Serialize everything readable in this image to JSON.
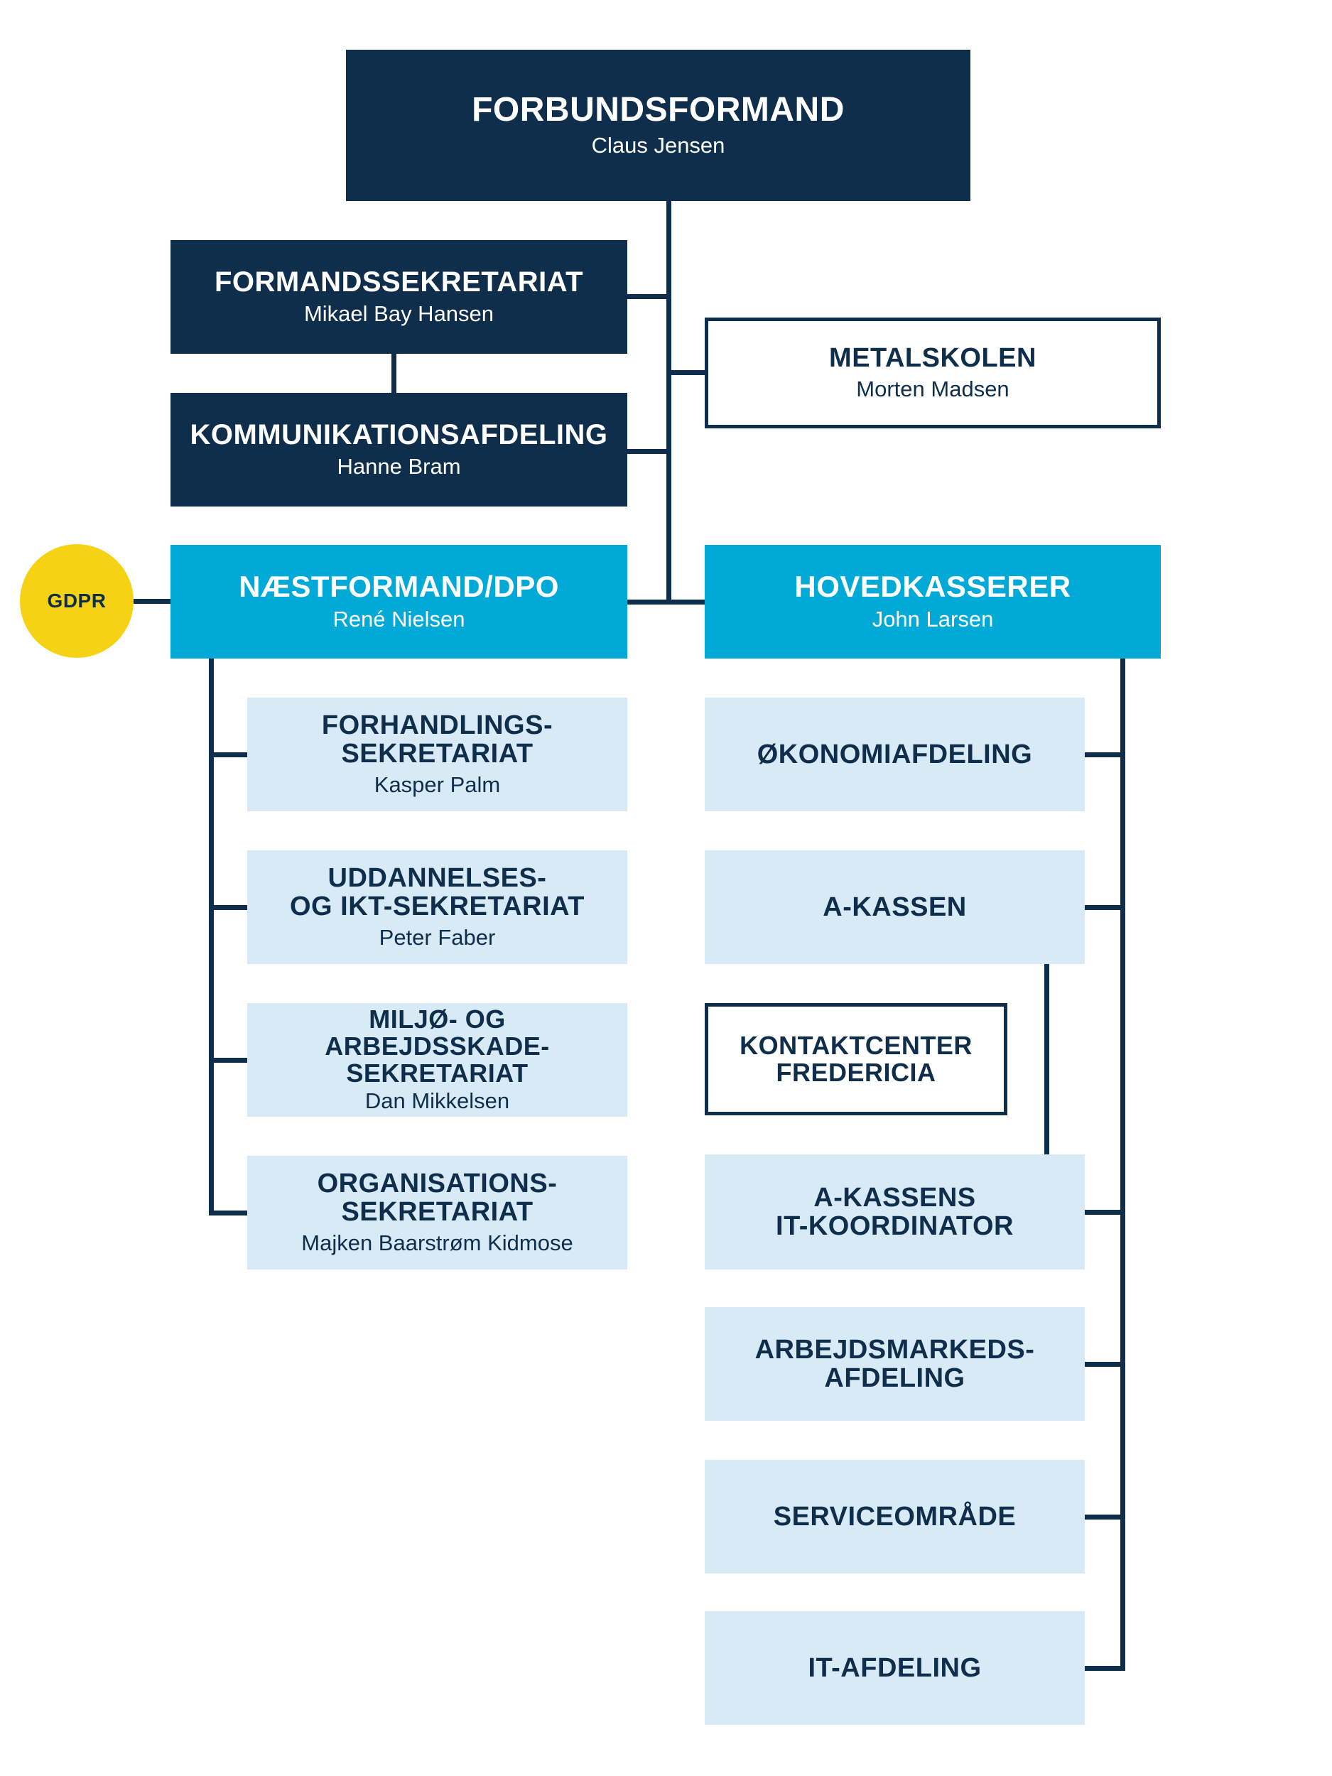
{
  "colors": {
    "navy": "#0f2e4c",
    "cyan": "#00a9d6",
    "lightblue": "#d8eaf5",
    "yellow": "#f5d214",
    "white": "#ffffff"
  },
  "nodes": {
    "forbundsformand": {
      "title": "FORBUNDSFORMAND",
      "name": "Claus Jensen"
    },
    "formandssekretariat": {
      "title": "FORMANDSSEKRETARIAT",
      "name": "Mikael Bay Hansen"
    },
    "kommunikationsafdeling": {
      "title": "KOMMUNIKATIONSAFDELING",
      "name": "Hanne Bram"
    },
    "metalskolen": {
      "title": "METALSKOLEN",
      "name": "Morten Madsen"
    },
    "naestformand": {
      "title": "NÆSTFORMAND/DPO",
      "name": "René Nielsen"
    },
    "hovedkasserer": {
      "title": "HOVEDKASSERER",
      "name": "John Larsen"
    },
    "gdpr": {
      "label": "GDPR"
    },
    "forhandlingssekretariat": {
      "title": "FORHANDLINGS-\nSEKRETARIAT",
      "name": "Kasper Palm"
    },
    "uddannelsessekretariat": {
      "title": "UDDANNELSES-\nOG IKT-SEKRETARIAT",
      "name": "Peter Faber"
    },
    "miljoesekretariat": {
      "title": "MILJØ- OG\nARBEJDSSKADE-\nSEKRETARIAT",
      "name": "Dan Mikkelsen"
    },
    "organisationssekretariat": {
      "title": "ORGANISATIONS-\nSEKRETARIAT",
      "name": "Majken Baarstrøm Kidmose"
    },
    "oekonomiafdeling": {
      "title": "ØKONOMIAFDELING"
    },
    "akassen": {
      "title": "A-KASSEN"
    },
    "kontaktcenter": {
      "title": "KONTAKTCENTER\nFREDERICIA"
    },
    "akassens_it": {
      "title": "A-KASSENS\nIT-KOORDINATOR"
    },
    "arbejdsmarkedsafdeling": {
      "title": "ARBEJDSMARKEDS-\nAFDELING"
    },
    "serviceomraade": {
      "title": "SERVICEOMRÅDE"
    },
    "itafdeling": {
      "title": "IT-AFDELING"
    }
  }
}
